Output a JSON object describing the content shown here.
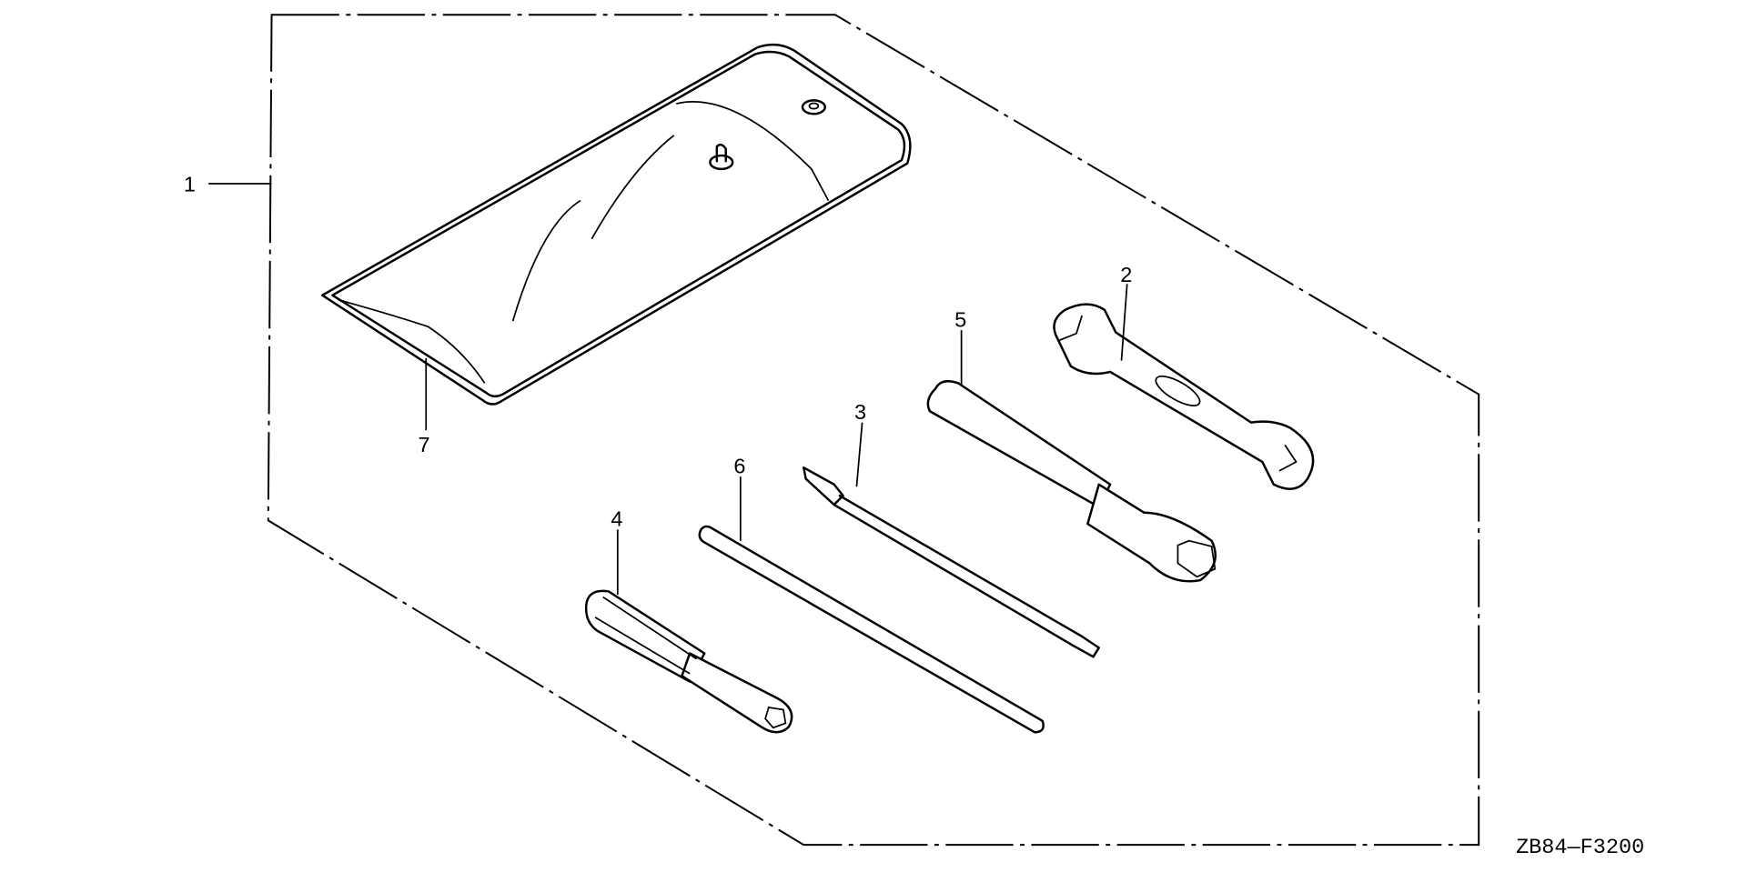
{
  "diagram": {
    "callouts": [
      {
        "id": "1",
        "part": "tool-kit-assembly"
      },
      {
        "id": "2",
        "part": "open-end-wrench"
      },
      {
        "id": "3",
        "part": "screwdriver-blade"
      },
      {
        "id": "4",
        "part": "screwdriver-grip"
      },
      {
        "id": "5",
        "part": "spark-plug-wrench"
      },
      {
        "id": "6",
        "part": "tommy-bar"
      },
      {
        "id": "7",
        "part": "tool-bag"
      }
    ],
    "figure_code": "ZB84—F3200",
    "colors": {
      "line": "#000000",
      "background": "#ffffff"
    }
  }
}
